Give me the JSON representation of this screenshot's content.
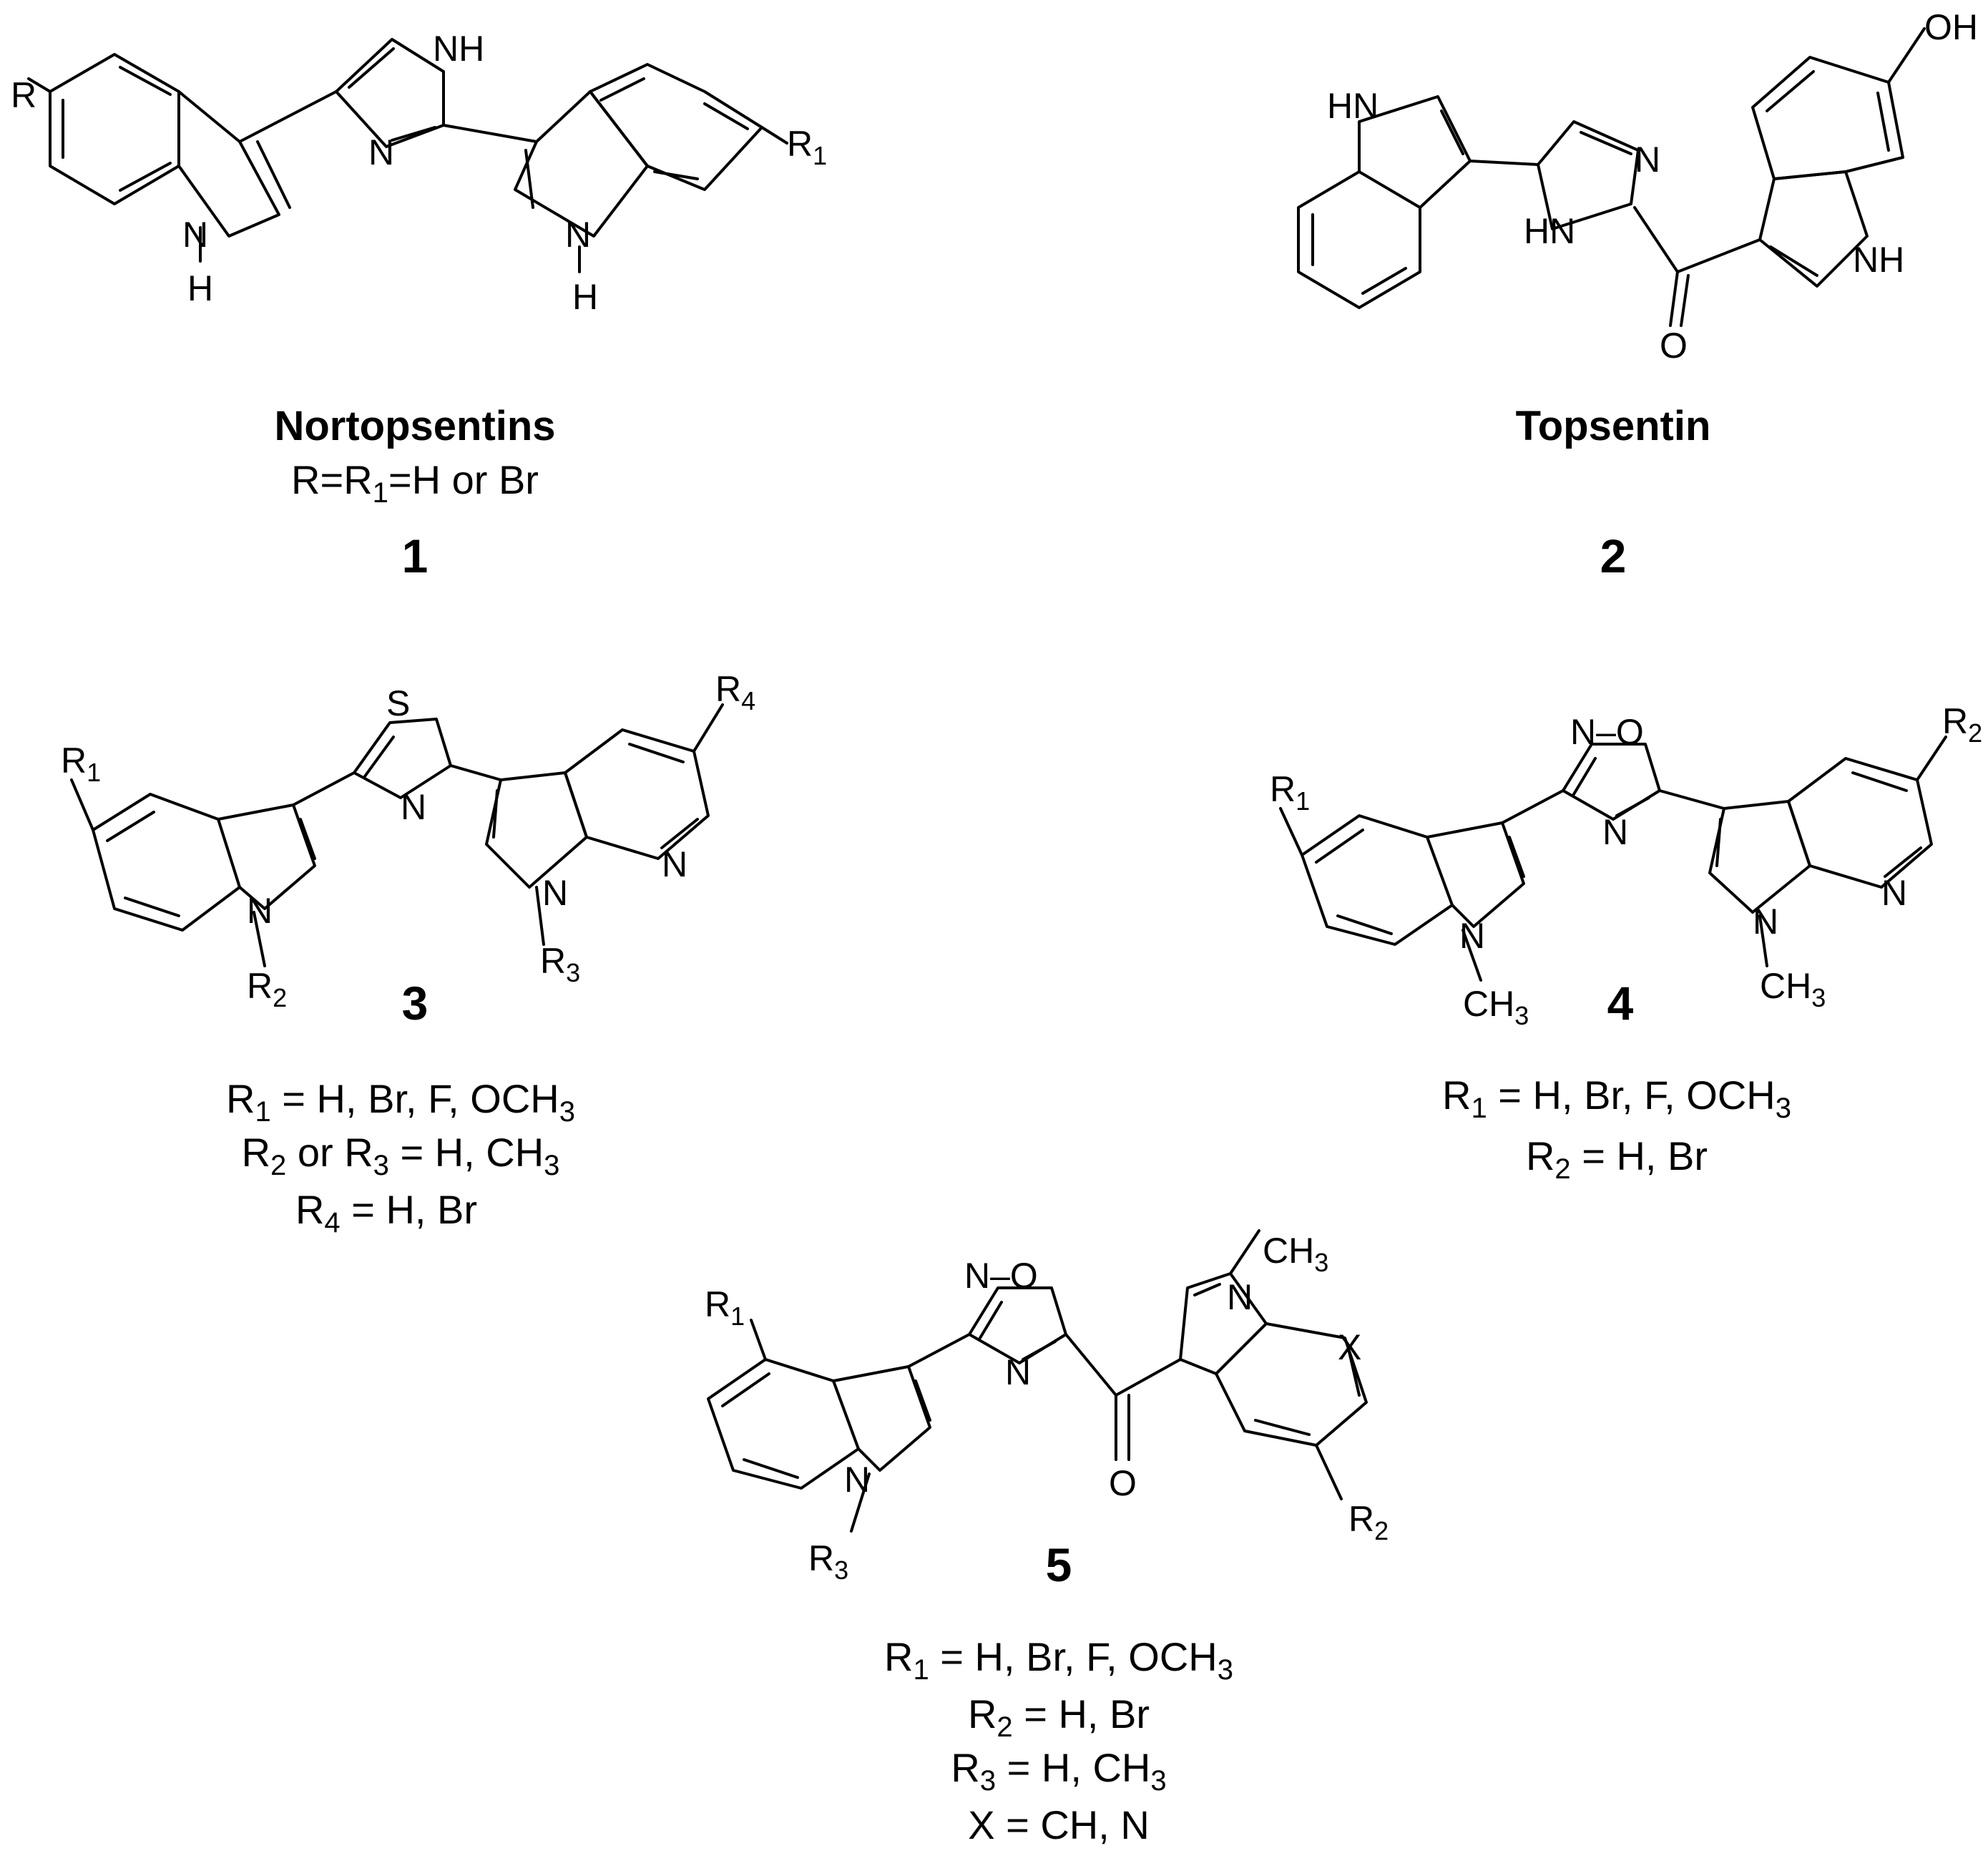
{
  "compounds": [
    {
      "id": "1",
      "number": "1",
      "name": "Nortopsentins",
      "substituents": [
        "R=R1=H or Br"
      ],
      "atoms": {
        "r": "R",
        "r1": "R",
        "r1_sub": "1",
        "nh": "NH",
        "n": "N",
        "n1": "N",
        "h1": "H",
        "n2": "N",
        "h2": "H"
      }
    },
    {
      "id": "2",
      "number": "2",
      "name": "Topsentin",
      "substituents": [],
      "atoms": {
        "oh": "OH",
        "hn": "HN",
        "hn2": "HN",
        "n": "N",
        "o": "O",
        "nh": "NH"
      }
    },
    {
      "id": "3",
      "number": "3",
      "name": "",
      "substituents": [
        "R1 = H, Br, F, OCH3",
        "R2 or R3 = H, CH3",
        "R4 = H, Br"
      ],
      "atoms": {
        "r1": "R",
        "r1_sub": "1",
        "s": "S",
        "r4": "R",
        "r4_sub": "4",
        "n_thz": "N",
        "n_ind": "N",
        "n_aza": "N",
        "n_pyr": "N",
        "r2": "R",
        "r2_sub": "2",
        "r3": "R",
        "r3_sub": "3"
      }
    },
    {
      "id": "4",
      "number": "4",
      "name": "",
      "substituents": [
        "R1 = H, Br, F, OCH3",
        "R2 = H, Br"
      ],
      "atoms": {
        "r1": "R",
        "r1_sub": "1",
        "no": "N–O",
        "n_ox": "N",
        "r2": "R",
        "r2_sub": "2",
        "n_ind": "N",
        "n_aza": "N",
        "n_pyr": "N",
        "ch3a": "CH",
        "ch3a_sub": "3",
        "ch3b": "CH",
        "ch3b_sub": "3"
      }
    },
    {
      "id": "5",
      "number": "5",
      "name": "",
      "substituents": [
        "R1 = H, Br, F, OCH3",
        "R2 = H, Br",
        "R3 = H, CH3",
        "X = CH, N"
      ],
      "atoms": {
        "r1": "R",
        "r1_sub": "1",
        "no": "N–O",
        "ch3": "CH",
        "ch3_sub": "3",
        "n_me": "N",
        "x": "X",
        "n_ox": "N",
        "n_ind": "N",
        "o": "O",
        "r2": "R",
        "r2_sub": "2",
        "r3": "R",
        "r3_sub": "3"
      }
    }
  ],
  "labels": {
    "c1_sub0_a": "R=R",
    "c1_sub0_s": "1",
    "c1_sub0_b": "=H or Br",
    "c3_sub0_a": "R",
    "c3_sub0_s1": "1",
    "c3_sub0_b": " = H, Br, F, OCH",
    "c3_sub0_s2": "3",
    "c3_sub1_a": "R",
    "c3_sub1_s1": "2",
    "c3_sub1_b": " or R",
    "c3_sub1_s2": "3",
    "c3_sub1_c": " = H, CH",
    "c3_sub1_s3": "3",
    "c3_sub2_a": "R",
    "c3_sub2_s1": "4",
    "c3_sub2_b": " = H, Br",
    "c4_sub0_a": "R",
    "c4_sub0_s1": "1",
    "c4_sub0_b": " = H, Br, F, OCH",
    "c4_sub0_s2": "3",
    "c4_sub1_a": "R",
    "c4_sub1_s1": "2",
    "c4_sub1_b": " = H, Br",
    "c5_sub0_a": "R",
    "c5_sub0_s1": "1",
    "c5_sub0_b": " = H, Br, F, OCH",
    "c5_sub0_s2": "3",
    "c5_sub1_a": "R",
    "c5_sub1_s1": "2",
    "c5_sub1_b": " = H, Br",
    "c5_sub2_a": "R",
    "c5_sub2_s1": "3",
    "c5_sub2_b": " = H, CH",
    "c5_sub2_s2": "3",
    "c5_sub3": "X = CH, N"
  }
}
